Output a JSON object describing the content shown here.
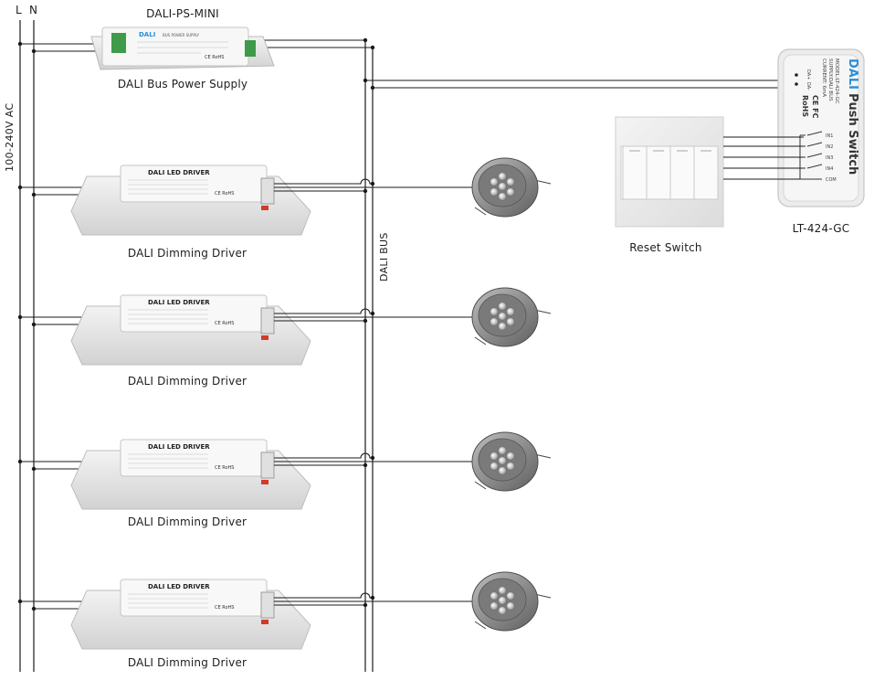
{
  "mains": {
    "L": "L",
    "N": "N",
    "voltage_label": "100-240V AC"
  },
  "bus_label": "DALI BUS",
  "power_supply": {
    "title": "DALI-PS-MINI",
    "caption": "DALI Bus Power Supply",
    "brand": "DALI",
    "header": "BUS POWER SUPPLY",
    "certs": "CE RoHS"
  },
  "drivers": [
    {
      "header": "DALI LED DRIVER",
      "caption": "DALI Dimming Driver",
      "certs": "CE RoHS"
    },
    {
      "header": "DALI LED DRIVER",
      "caption": "DALI Dimming Driver",
      "certs": "CE RoHS"
    },
    {
      "header": "DALI LED DRIVER",
      "caption": "DALI Dimming Driver",
      "certs": "CE RoHS"
    },
    {
      "header": "DALI LED DRIVER",
      "caption": "DALI Dimming Driver",
      "certs": "CE RoHS"
    }
  ],
  "reset_switch": {
    "caption": "Reset Switch"
  },
  "push_switch": {
    "brand": "DALI",
    "title": "Push Switch",
    "model": "MODEL:LT-424-GC",
    "supply": "SUPPLY:DALI BUS",
    "current": "CURRENT: 6mA",
    "da_plus": "DA+",
    "da_minus": "DA-",
    "cert_ce": "CE FC",
    "cert_rohs": "RoHS",
    "inputs": [
      "IN1",
      "IN2",
      "IN3",
      "IN4",
      "COM"
    ],
    "caption": "LT-424-GC"
  },
  "colors": {
    "wire": "#1a1a1a",
    "device_body": "#e6e6e6",
    "device_edge": "#b9b9b9",
    "terminal_green": "#3f9a4a",
    "brand_blue": "#2a8fd6",
    "lamp_metal": "#8c8c8c"
  }
}
